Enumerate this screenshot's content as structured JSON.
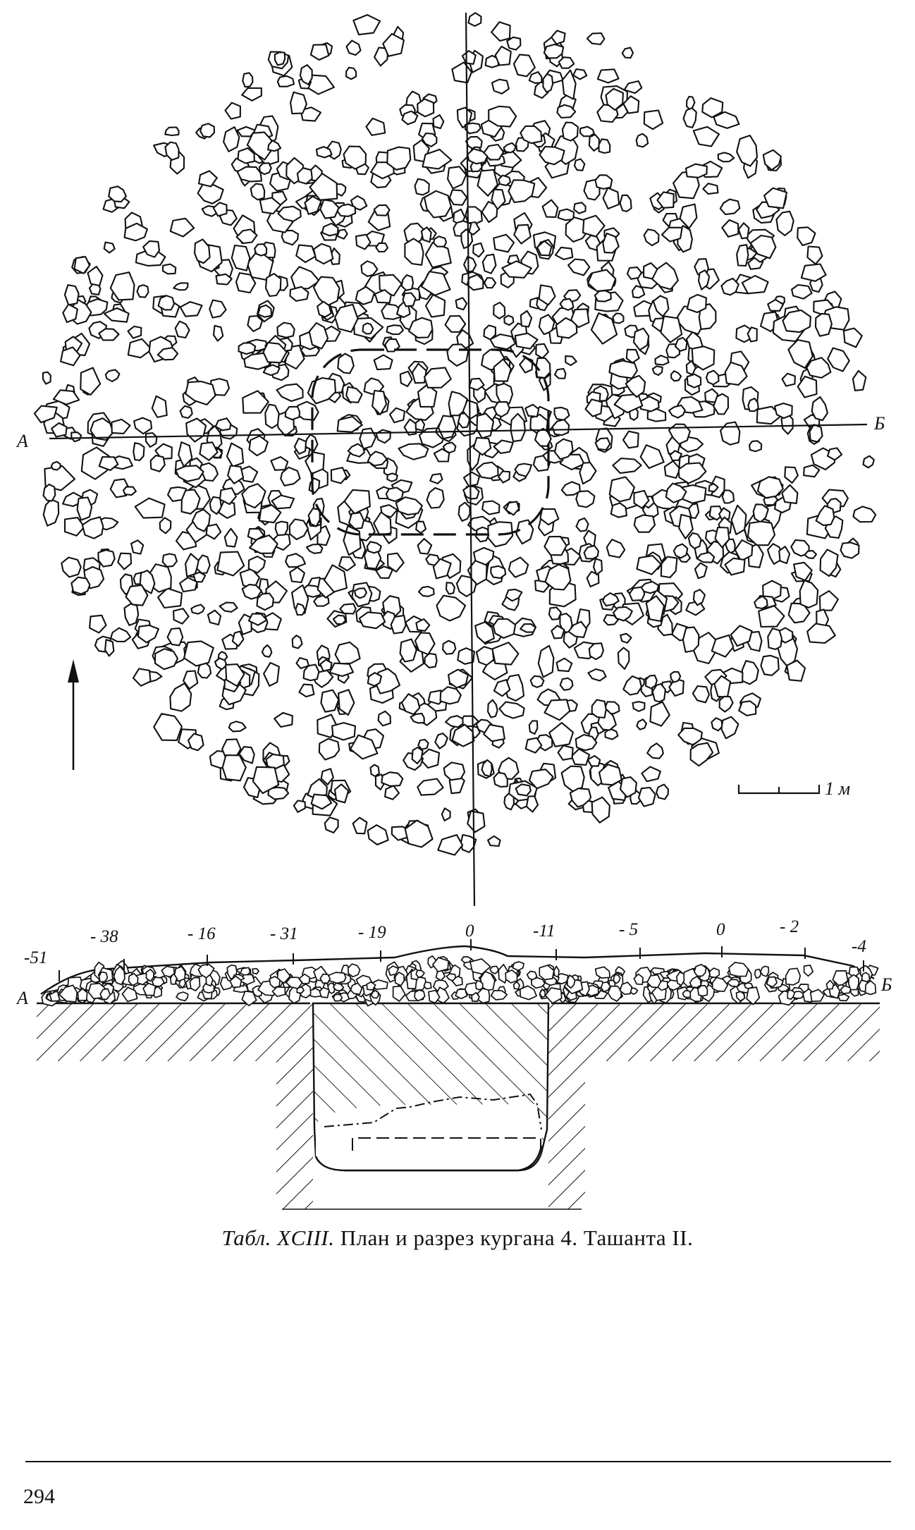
{
  "plan": {
    "label_left": "А",
    "label_right": "Б",
    "scale_label": "1 м"
  },
  "section": {
    "label_left": "А",
    "label_right": "Б",
    "elevations": [
      "-51",
      "- 38",
      "- 16",
      "- 31",
      "- 19",
      "0",
      "-11",
      "- 5",
      "0",
      "- 2",
      "-4"
    ]
  },
  "caption": {
    "table_label": "Табл. XCIII.",
    "text": "План и разрез кургана 4. Ташанта II."
  },
  "page_number": "294"
}
